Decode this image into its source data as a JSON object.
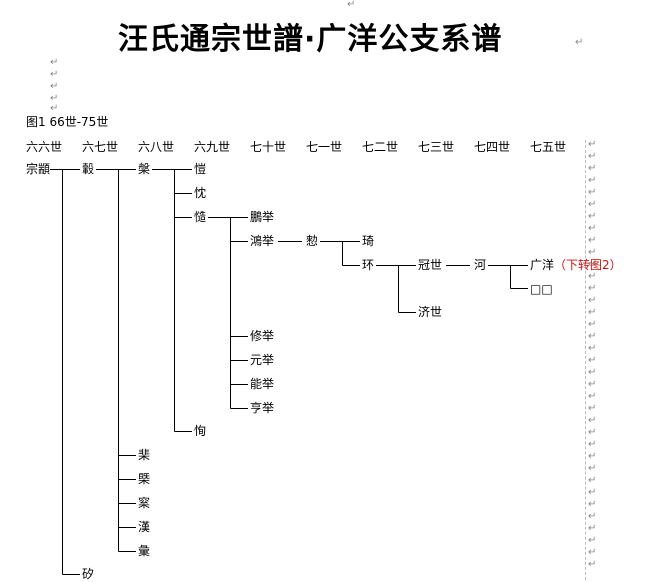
{
  "title": "汪氏通宗世譜·广洋公支系谱",
  "figure_label": "图1   66世-75世",
  "generations": [
    "六六世",
    "六七世",
    "六八世",
    "六九世",
    "七十世",
    "七一世",
    "七二世",
    "七三世",
    "七四世",
    "七五世"
  ],
  "paragraph_mark": "↵",
  "persons": {
    "p66": "宗顓",
    "p67a": "轂",
    "p67b": "矽",
    "p68a": "槃",
    "p68b": "棐",
    "p68c": "槩",
    "p68d": "梥",
    "p68e": "漢",
    "p68f": "彙",
    "p69a": "愷",
    "p69b": "忱",
    "p69c": "慥",
    "p69d": "恂",
    "p70a": "鵬举",
    "p70b": "鴻举",
    "p70c": "修举",
    "p70d": "元举",
    "p70e": "能举",
    "p70f": "亨举",
    "p71a": "愸",
    "p72a": "琦",
    "p72b": "环",
    "p73a": "冠世",
    "p73b": "济世",
    "p74a": "河",
    "p75a": "广洋",
    "p75a_note": "（下转图2）",
    "p75b": "□□"
  }
}
